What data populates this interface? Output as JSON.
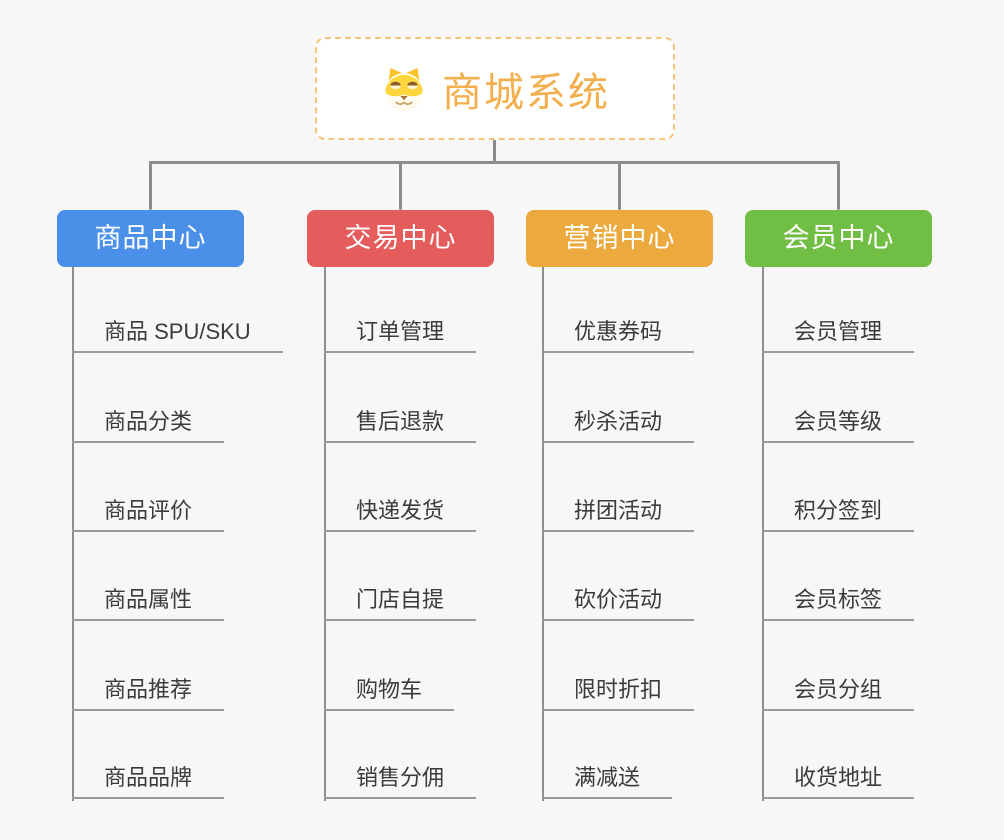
{
  "page": {
    "background_color": "#f7f7f7",
    "connector_color": "#8c8c8c",
    "underline_color": "#9a9a9a"
  },
  "root": {
    "label": "商城系统",
    "icon": "dog-face-icon",
    "text_color": "#f3af4d",
    "border_color": "#f6c579"
  },
  "branches": [
    {
      "label": "商品中心",
      "color": "#4a90e9",
      "items": [
        "商品 SPU/SKU",
        "商品分类",
        "商品评价",
        "商品属性",
        "商品推荐",
        "商品品牌"
      ]
    },
    {
      "label": "交易中心",
      "color": "#e45c5c",
      "items": [
        "订单管理",
        "售后退款",
        "快递发货",
        "门店自提",
        "购物车",
        "销售分佣"
      ]
    },
    {
      "label": "营销中心",
      "color": "#eba93e",
      "items": [
        "优惠券码",
        "秒杀活动",
        "拼团活动",
        "砍价活动",
        "限时折扣",
        "满减送"
      ]
    },
    {
      "label": "会员中心",
      "color": "#70be44",
      "items": [
        "会员管理",
        "会员等级",
        "积分签到",
        "会员标签",
        "会员分组",
        "收货地址"
      ]
    }
  ]
}
